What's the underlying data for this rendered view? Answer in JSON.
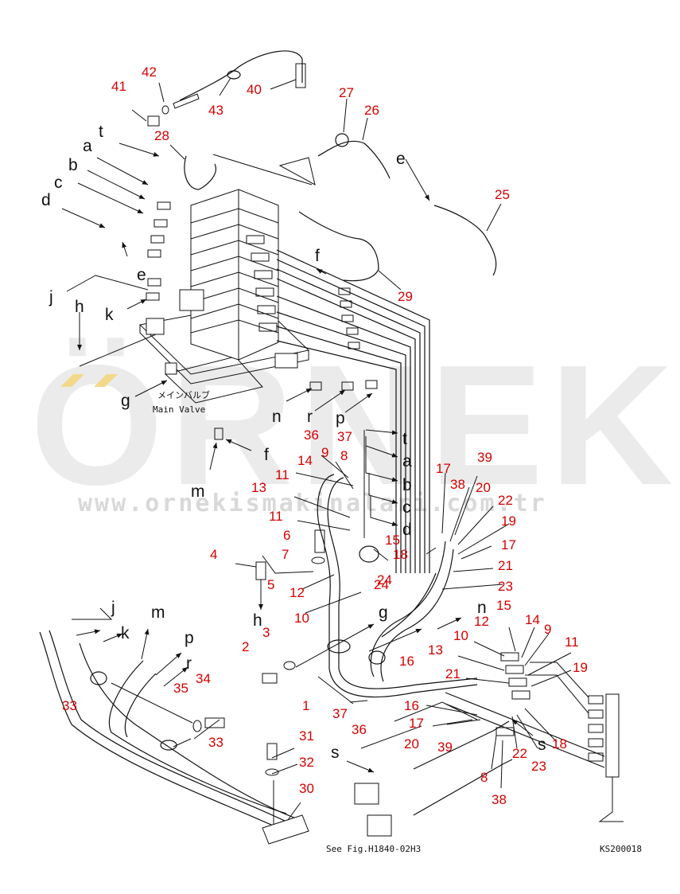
{
  "watermark": {
    "brand": "ÖRNEK",
    "url": "www.ornekismakinalari.com.tr",
    "accent": "#f2d98a"
  },
  "captions": {
    "main_valve_jp": "メインバルブ",
    "main_valve_en": "Main Valve",
    "see_fig": "See Fig.H1840-02H3",
    "code": "KS200018"
  },
  "part_numbers": [
    "1",
    "2",
    "3",
    "4",
    "5",
    "6",
    "7",
    "8",
    "9",
    "10",
    "11",
    "12",
    "13",
    "14",
    "15",
    "16",
    "17",
    "18",
    "19",
    "20",
    "21",
    "22",
    "23",
    "24",
    "25",
    "26",
    "27",
    "28",
    "29",
    "30",
    "31",
    "32",
    "33",
    "34",
    "35",
    "36",
    "37",
    "38",
    "39",
    "40",
    "41",
    "42",
    "43"
  ],
  "callouts": [
    {
      "id": "41",
      "t": "41"
    },
    {
      "id": "42",
      "t": "42"
    },
    {
      "id": "43",
      "t": "43"
    },
    {
      "id": "40",
      "t": "40"
    },
    {
      "id": "27",
      "t": "27"
    },
    {
      "id": "26",
      "t": "26"
    },
    {
      "id": "28",
      "t": "28"
    },
    {
      "id": "25",
      "t": "25"
    },
    {
      "id": "29",
      "t": "29"
    },
    {
      "id": "36a",
      "t": "36"
    },
    {
      "id": "37a",
      "t": "37"
    },
    {
      "id": "9a",
      "t": "9"
    },
    {
      "id": "8a",
      "t": "8"
    },
    {
      "id": "14a",
      "t": "14"
    },
    {
      "id": "11a",
      "t": "11"
    },
    {
      "id": "13a",
      "t": "13"
    },
    {
      "id": "11b",
      "t": "11"
    },
    {
      "id": "6",
      "t": "6"
    },
    {
      "id": "7",
      "t": "7"
    },
    {
      "id": "15a",
      "t": "15"
    },
    {
      "id": "24a",
      "t": "24"
    },
    {
      "id": "24b",
      "t": "24"
    },
    {
      "id": "12a",
      "t": "12"
    },
    {
      "id": "10a",
      "t": "10"
    },
    {
      "id": "4",
      "t": "4"
    },
    {
      "id": "5",
      "t": "5"
    },
    {
      "id": "17a",
      "t": "17"
    },
    {
      "id": "39a",
      "t": "39"
    },
    {
      "id": "38a",
      "t": "38"
    },
    {
      "id": "20a",
      "t": "20"
    },
    {
      "id": "22a",
      "t": "22"
    },
    {
      "id": "19a",
      "t": "19"
    },
    {
      "id": "18a",
      "t": "18"
    },
    {
      "id": "17b",
      "t": "17"
    },
    {
      "id": "21a",
      "t": "21"
    },
    {
      "id": "23a",
      "t": "23"
    },
    {
      "id": "15b",
      "t": "15"
    },
    {
      "id": "12b",
      "t": "12"
    },
    {
      "id": "14b",
      "t": "14"
    },
    {
      "id": "9b",
      "t": "9"
    },
    {
      "id": "10b",
      "t": "10"
    },
    {
      "id": "11c",
      "t": "11"
    },
    {
      "id": "13b",
      "t": "13"
    },
    {
      "id": "19b",
      "t": "19"
    },
    {
      "id": "21b",
      "t": "21"
    },
    {
      "id": "16a",
      "t": "16"
    },
    {
      "id": "16b",
      "t": "16"
    },
    {
      "id": "2",
      "t": "2"
    },
    {
      "id": "3",
      "t": "3"
    },
    {
      "id": "1",
      "t": "1"
    },
    {
      "id": "37b",
      "t": "37"
    },
    {
      "id": "36b",
      "t": "36"
    },
    {
      "id": "17c",
      "t": "17"
    },
    {
      "id": "20b",
      "t": "20"
    },
    {
      "id": "39b",
      "t": "39"
    },
    {
      "id": "22b",
      "t": "22"
    },
    {
      "id": "18b",
      "t": "18"
    },
    {
      "id": "23b",
      "t": "23"
    },
    {
      "id": "8b",
      "t": "8"
    },
    {
      "id": "38b",
      "t": "38"
    },
    {
      "id": "33a",
      "t": "33"
    },
    {
      "id": "35",
      "t": "35"
    },
    {
      "id": "34",
      "t": "34"
    },
    {
      "id": "33b",
      "t": "33"
    },
    {
      "id": "31",
      "t": "31"
    },
    {
      "id": "32",
      "t": "32"
    },
    {
      "id": "30",
      "t": "30"
    }
  ],
  "letters": [
    {
      "id": "t1",
      "t": "t"
    },
    {
      "id": "a1",
      "t": "a"
    },
    {
      "id": "b1",
      "t": "b"
    },
    {
      "id": "c1",
      "t": "c"
    },
    {
      "id": "d1",
      "t": "d"
    },
    {
      "id": "e1",
      "t": "e"
    },
    {
      "id": "e2",
      "t": "e"
    },
    {
      "id": "j1",
      "t": "j"
    },
    {
      "id": "k1",
      "t": "k"
    },
    {
      "id": "h1",
      "t": "h"
    },
    {
      "id": "f1",
      "t": "f"
    },
    {
      "id": "g1",
      "t": "g"
    },
    {
      "id": "n1",
      "t": "n"
    },
    {
      "id": "r1",
      "t": "r"
    },
    {
      "id": "p1",
      "t": "p"
    },
    {
      "id": "m1",
      "t": "m"
    },
    {
      "id": "f2",
      "t": "f"
    },
    {
      "id": "t2",
      "t": "t"
    },
    {
      "id": "a2",
      "t": "a"
    },
    {
      "id": "b2",
      "t": "b"
    },
    {
      "id": "c2",
      "t": "c"
    },
    {
      "id": "d2",
      "t": "d"
    },
    {
      "id": "h2",
      "t": "h"
    },
    {
      "id": "g2",
      "t": "g"
    },
    {
      "id": "n2",
      "t": "n"
    },
    {
      "id": "j2",
      "t": "j"
    },
    {
      "id": "k2",
      "t": "k"
    },
    {
      "id": "m2",
      "t": "m"
    },
    {
      "id": "p2",
      "t": "p"
    },
    {
      "id": "r2",
      "t": "r"
    },
    {
      "id": "s1",
      "t": "s"
    },
    {
      "id": "s2",
      "t": "s"
    }
  ]
}
